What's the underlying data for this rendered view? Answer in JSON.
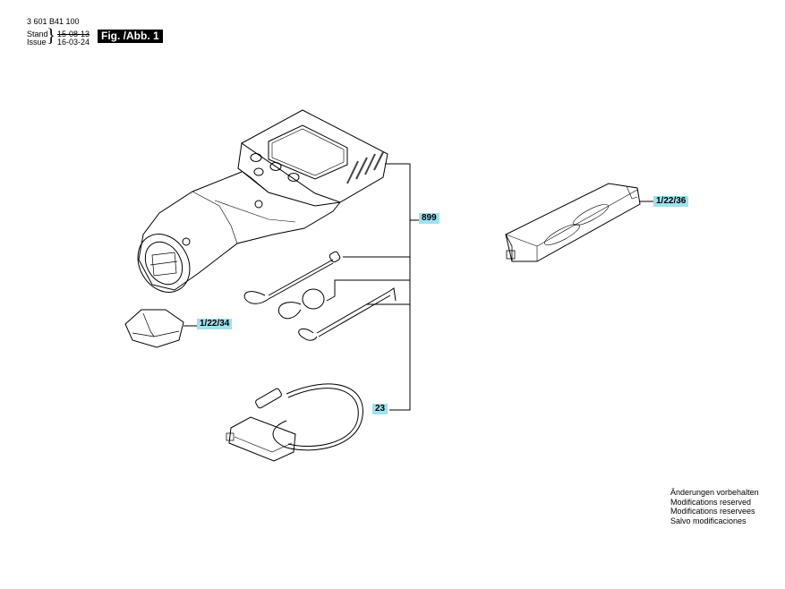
{
  "header": {
    "part_number": "3 601 B41 100",
    "stand_label": "Stand",
    "issue_label": "Issue",
    "stand_date": "15-08-13",
    "issue_date": "16-03-24",
    "figure_label": "Fig. /Abb. 1"
  },
  "callouts": {
    "c899": "899",
    "c23": "23",
    "c12236": "1/22/36",
    "c12234": "1/22/34"
  },
  "notes": [
    "Änderungen vorbehalten",
    "Modifications reserved",
    "Modifications reservees",
    "Salvo modificaciones"
  ],
  "colors": {
    "callout_bg": "#9fe1ee",
    "line": "#000000"
  }
}
